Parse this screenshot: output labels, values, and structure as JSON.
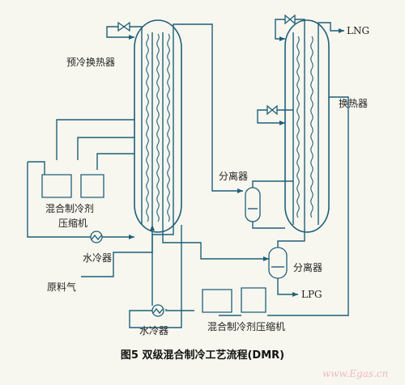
{
  "labels": {
    "precool_exchanger": "预冷换热器",
    "heat_exchanger": "换热器",
    "lng": "LNG",
    "lpg": "LPG",
    "separator_top": "分离器",
    "separator_bottom": "分离器",
    "compressor_left_line1": "混合制冷剂",
    "compressor_left_line2": "压缩机",
    "water_cooler_left": "水冷器",
    "feed_gas": "原料气",
    "water_cooler_bottom": "水冷器",
    "compressor_bottom": "混合制冷剂压缩机"
  },
  "caption": "图5  双级混合制冷工艺流程(DMR)",
  "watermark": "www.Egas.cn",
  "colors": {
    "line": "#1f5f7a",
    "background": "#f7f7ef",
    "watermark": "#f2b6c6"
  }
}
